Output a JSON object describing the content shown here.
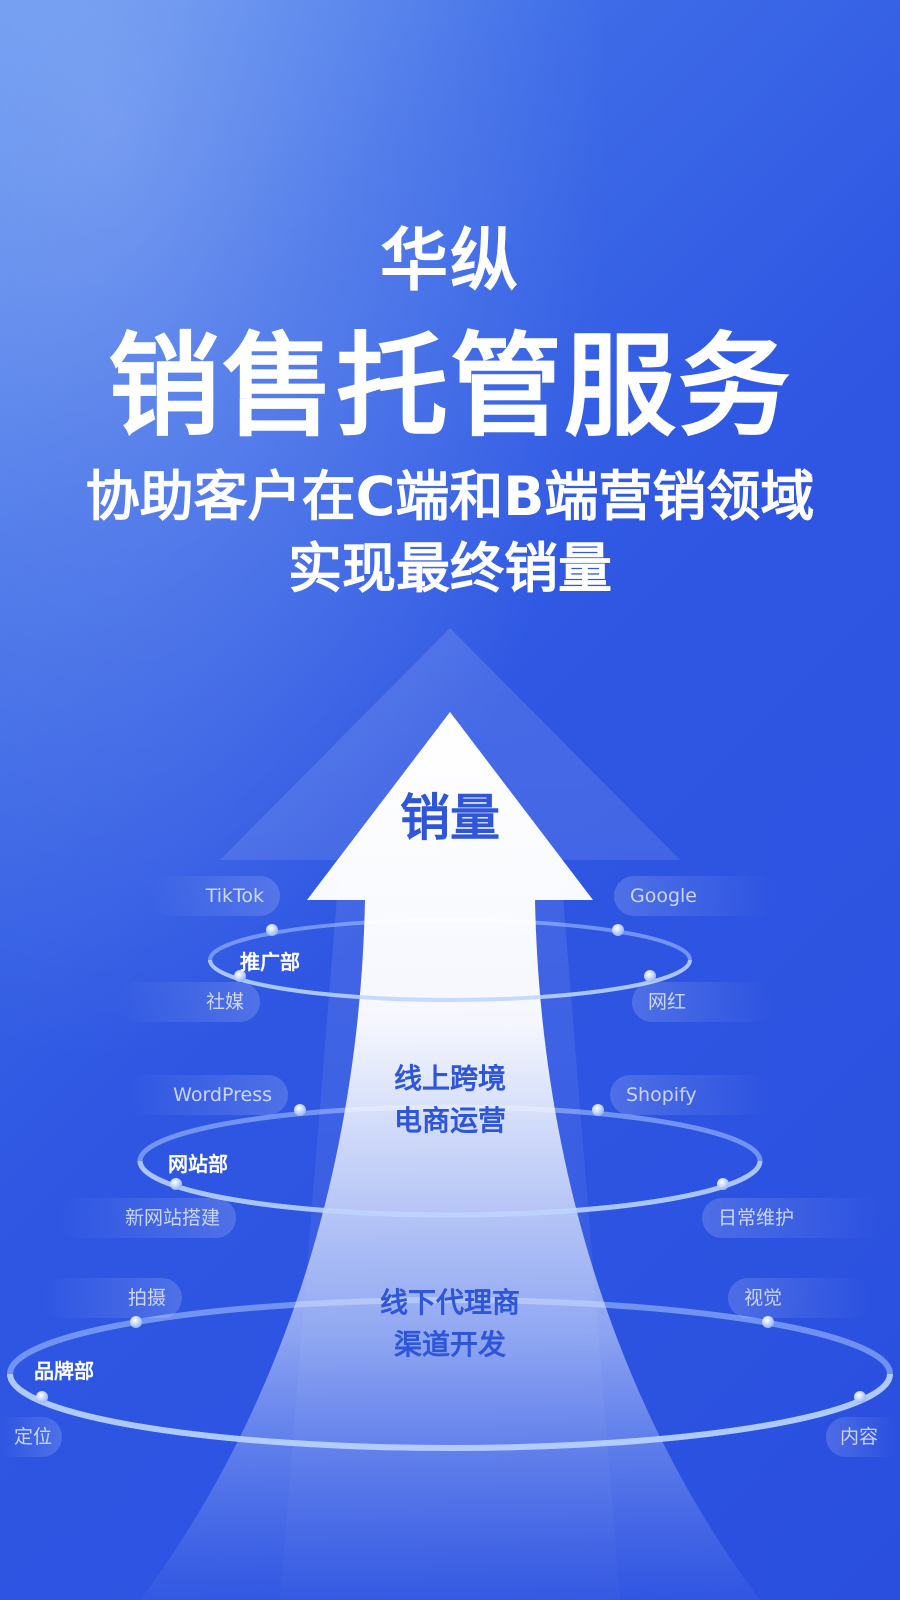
{
  "header": {
    "brand": "华纵",
    "title": "销售托管服务",
    "subtitle_line1": "协助客户在C端和B端营销领域",
    "subtitle_line2": "实现最终销量"
  },
  "arrow": {
    "top_label": "销量",
    "middle_label_line1": "线上跨境",
    "middle_label_line2": "电商运营",
    "bottom_label_line1": "线下代理商",
    "bottom_label_line2": "渠道开发"
  },
  "rings": {
    "promotion": {
      "department": "推广部",
      "tags": [
        "TikTok",
        "社媒",
        "Google",
        "网红"
      ]
    },
    "website": {
      "department": "网站部",
      "tags": [
        "WordPress",
        "新网站搭建",
        "Shopify",
        "日常维护"
      ]
    },
    "brand": {
      "department": "品牌部",
      "tags": [
        "拍摄",
        "定位",
        "视觉",
        "内容"
      ]
    }
  },
  "colors": {
    "background": "#2f57e3",
    "accent_text": "#2f55d8",
    "ring": "#a9c7ff"
  }
}
